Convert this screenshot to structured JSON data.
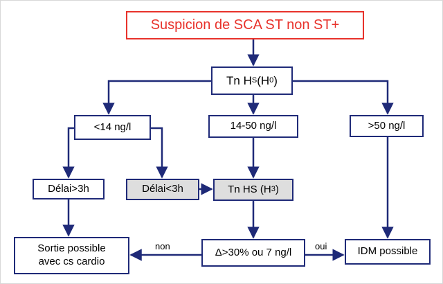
{
  "title": "Suspicion de SCA ST non ST+",
  "nodes": {
    "tn_h0": {
      "main": "Tn H",
      "sub1": "S",
      "mid": " (H",
      "sub2": "0",
      "end": ")"
    },
    "lt14": "<14 ng/l",
    "range": "14-50 ng/l",
    "gt50": ">50 ng/l",
    "delai_gt3": "Délai>3h",
    "delai_lt3": "Délai<3h",
    "tn_h3": {
      "main": "Tn HS (H",
      "sub": "3",
      "end": ")"
    },
    "sortie": {
      "line1": "Sortie possible",
      "line2": "avec cs cardio"
    },
    "delta": "Δ>30% ou 7 ng/l",
    "idm": "IDM possible"
  },
  "edges": {
    "non": "non",
    "oui": "oui"
  },
  "colors": {
    "box_border": "#1f2a78",
    "arrow": "#1f2a78",
    "title": "#e8322b",
    "grey_fill": "#dedede"
  }
}
